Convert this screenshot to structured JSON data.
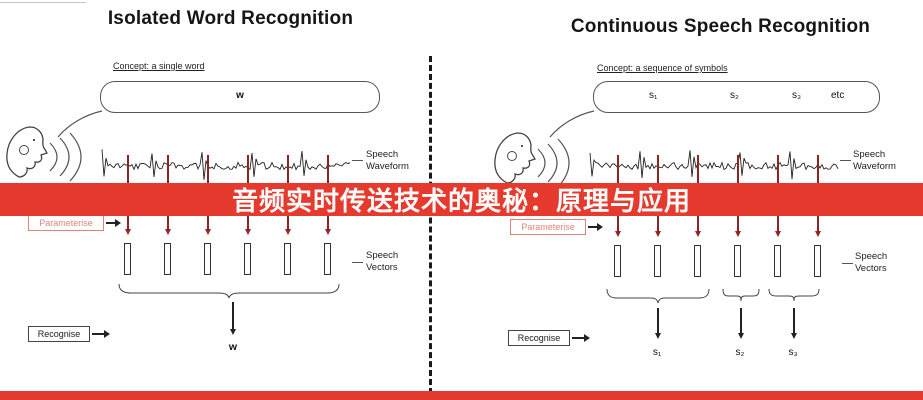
{
  "banner": {
    "text": "音频实时传送技术的奥秘：原理与应用"
  },
  "colors": {
    "banner_red": "#e73a2e",
    "arrow_red": "#8e2323",
    "accent_pink": "#e0847b"
  },
  "left": {
    "title": "Isolated Word Recognition",
    "concept": "Concept: a single word",
    "bubble": [
      "w"
    ],
    "waveform_label": "Speech\nWaveform",
    "vectors_label": "Speech\nVectors",
    "parameterise": "Parameterise",
    "recognise": "Recognise",
    "result": "w"
  },
  "right": {
    "title": "Continuous Speech Recognition",
    "concept": "Concept: a sequence of symbols",
    "bubble": [
      "s₁",
      "s₂",
      "s₃",
      "etc"
    ],
    "waveform_label": "Speech\nWaveform",
    "vectors_label": "Speech\nVectors",
    "parameterise": "Parameterise",
    "recognise": "Recognise",
    "results": [
      "s₁",
      "s₂",
      "s₃"
    ]
  }
}
